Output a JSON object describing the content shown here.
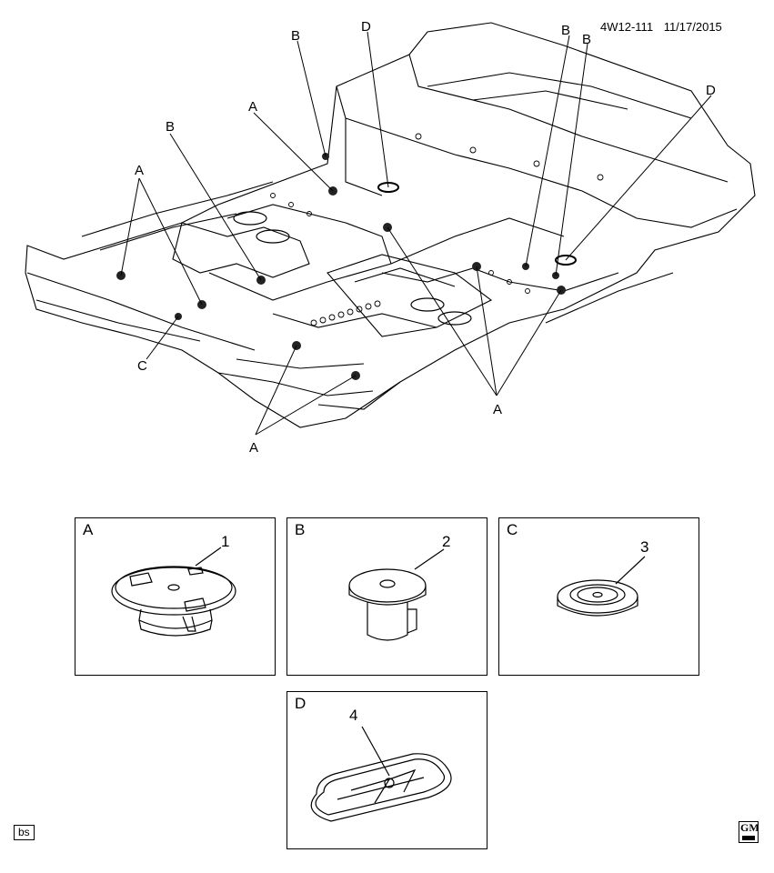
{
  "header": {
    "code": "4W12-111",
    "date": "11/17/2015"
  },
  "callouts": [
    "A",
    "A",
    "A",
    "A",
    "B",
    "B",
    "B",
    "B",
    "C",
    "D",
    "D"
  ],
  "panels": [
    {
      "letter": "A",
      "number": "1"
    },
    {
      "letter": "B",
      "number": "2"
    },
    {
      "letter": "C",
      "number": "3"
    },
    {
      "letter": "D",
      "number": "4"
    }
  ],
  "footer": {
    "left_tag": "bs",
    "logo_text": "GM"
  }
}
